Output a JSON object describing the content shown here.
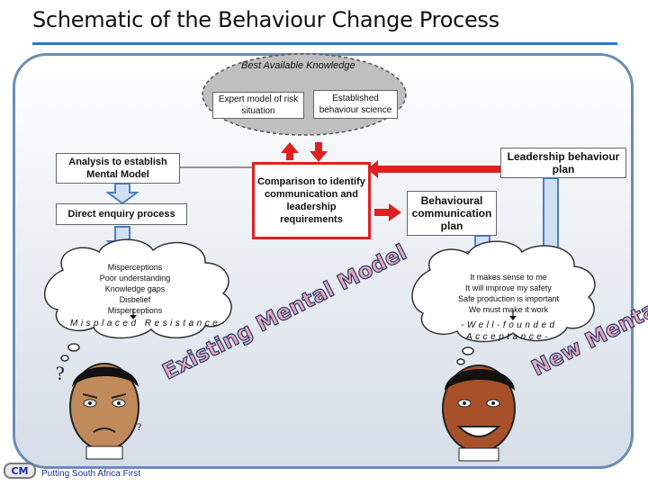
{
  "title": "Schematic of the Behaviour Change Process",
  "knowledge": {
    "heading": "Best Available Knowledge",
    "expert_model": "Expert model of risk situation",
    "behaviour_science": "Established behaviour science"
  },
  "boxes": {
    "analysis": "Analysis to establish Mental Model",
    "enquiry": "Direct enquiry process",
    "comparison": "Comparison  to identify communication and leadership requirements",
    "leadership_plan": "Leadership behaviour plan",
    "communication_plan": "Behavioural communication plan"
  },
  "left_cloud": {
    "lines": [
      "Misperceptions",
      "Poor understanding",
      "Knowledge gaps",
      "Disbelief",
      "Misperceptions"
    ],
    "result": "Misplaced Resistance-"
  },
  "right_cloud": {
    "lines": [
      "It makes sense to me",
      "It will improve my safety",
      "Safe production is important",
      "We must make it work"
    ],
    "result_1": "-Well-founded",
    "result_2": "Acceptance-"
  },
  "wordart": {
    "existing": "Existing Mental Model",
    "new": "New Mental Model"
  },
  "question_marks": [
    "?",
    "?"
  ],
  "footer": {
    "logo": "CM",
    "tagline": "Putting South Africa First"
  },
  "colors": {
    "frame": "#6b8db5",
    "title_rule": "#2e75c9",
    "red_accent": "#e02020",
    "blue_arrow": "#4a7fc0",
    "wordart_fill": "#e8a8b8"
  }
}
